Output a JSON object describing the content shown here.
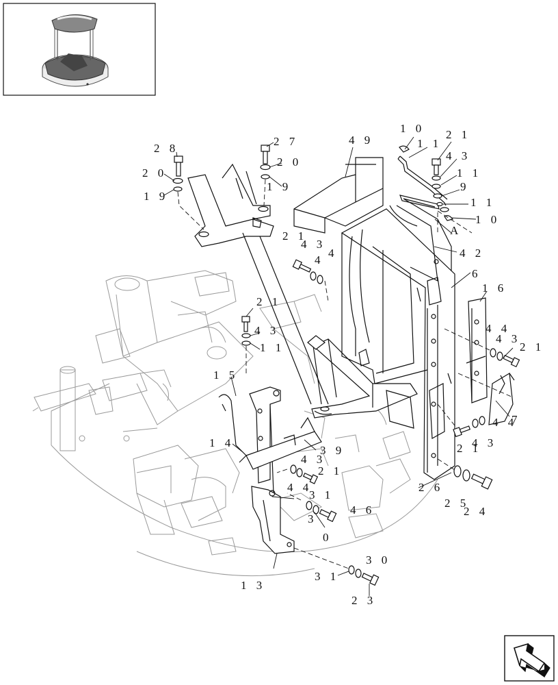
{
  "callouts": [
    {
      "id": "c-10a",
      "text": "1 0"
    },
    {
      "id": "c-11a",
      "text": "1 1"
    },
    {
      "id": "c-21a",
      "text": "2 1"
    },
    {
      "id": "c-43a",
      "text": "4 3"
    },
    {
      "id": "c-11b",
      "text": "1 1"
    },
    {
      "id": "c-9",
      "text": "9"
    },
    {
      "id": "c-11c",
      "text": "1 1"
    },
    {
      "id": "c-10b",
      "text": "1 0"
    },
    {
      "id": "c-A",
      "text": "A"
    },
    {
      "id": "c-42",
      "text": "4 2"
    },
    {
      "id": "c-49",
      "text": "4 9"
    },
    {
      "id": "c-28",
      "text": "2 8"
    },
    {
      "id": "c-27",
      "text": "2 7"
    },
    {
      "id": "c-20a",
      "text": "2 0"
    },
    {
      "id": "c-20b",
      "text": "2 0"
    },
    {
      "id": "c-19a",
      "text": "1 9"
    },
    {
      "id": "c-19b",
      "text": "1 9"
    },
    {
      "id": "c-21b",
      "text": "2 1"
    },
    {
      "id": "c-43b",
      "text": "4 3"
    },
    {
      "id": "c-4a",
      "text": "4"
    },
    {
      "id": "c-4b",
      "text": "4"
    },
    {
      "id": "c-6",
      "text": "6"
    },
    {
      "id": "c-16",
      "text": "1 6"
    },
    {
      "id": "c-21c",
      "text": "2 1"
    },
    {
      "id": "c-43c",
      "text": "4 3"
    },
    {
      "id": "c-11d",
      "text": "1 1"
    },
    {
      "id": "c-44a",
      "text": "4 4"
    },
    {
      "id": "c-43d",
      "text": "4 3"
    },
    {
      "id": "c-21d",
      "text": "2 1"
    },
    {
      "id": "c-15",
      "text": "1 5"
    },
    {
      "id": "c-7",
      "text": "7"
    },
    {
      "id": "c-14",
      "text": "1 4"
    },
    {
      "id": "c-39",
      "text": "3 9"
    },
    {
      "id": "c-43e",
      "text": "4 3"
    },
    {
      "id": "c-43f",
      "text": "4 3"
    },
    {
      "id": "c-44b",
      "text": "4 4"
    },
    {
      "id": "c-21e",
      "text": "2 1"
    },
    {
      "id": "c-21f",
      "text": "2 1"
    },
    {
      "id": "c-44c",
      "text": "4 4"
    },
    {
      "id": "c-31a",
      "text": "3 1"
    },
    {
      "id": "c-46",
      "text": "4 6"
    },
    {
      "id": "c-26",
      "text": "2 6"
    },
    {
      "id": "c-25",
      "text": "2 5"
    },
    {
      "id": "c-24",
      "text": "2 4"
    },
    {
      "id": "c-3",
      "text": "3"
    },
    {
      "id": "c-0",
      "text": "0"
    },
    {
      "id": "c-30",
      "text": "3 0"
    },
    {
      "id": "c-31b",
      "text": "3 1"
    },
    {
      "id": "c-13",
      "text": "1 3"
    },
    {
      "id": "c-23",
      "text": "2 3"
    }
  ],
  "nav": {
    "icon": "next-page-arrow-icon"
  }
}
